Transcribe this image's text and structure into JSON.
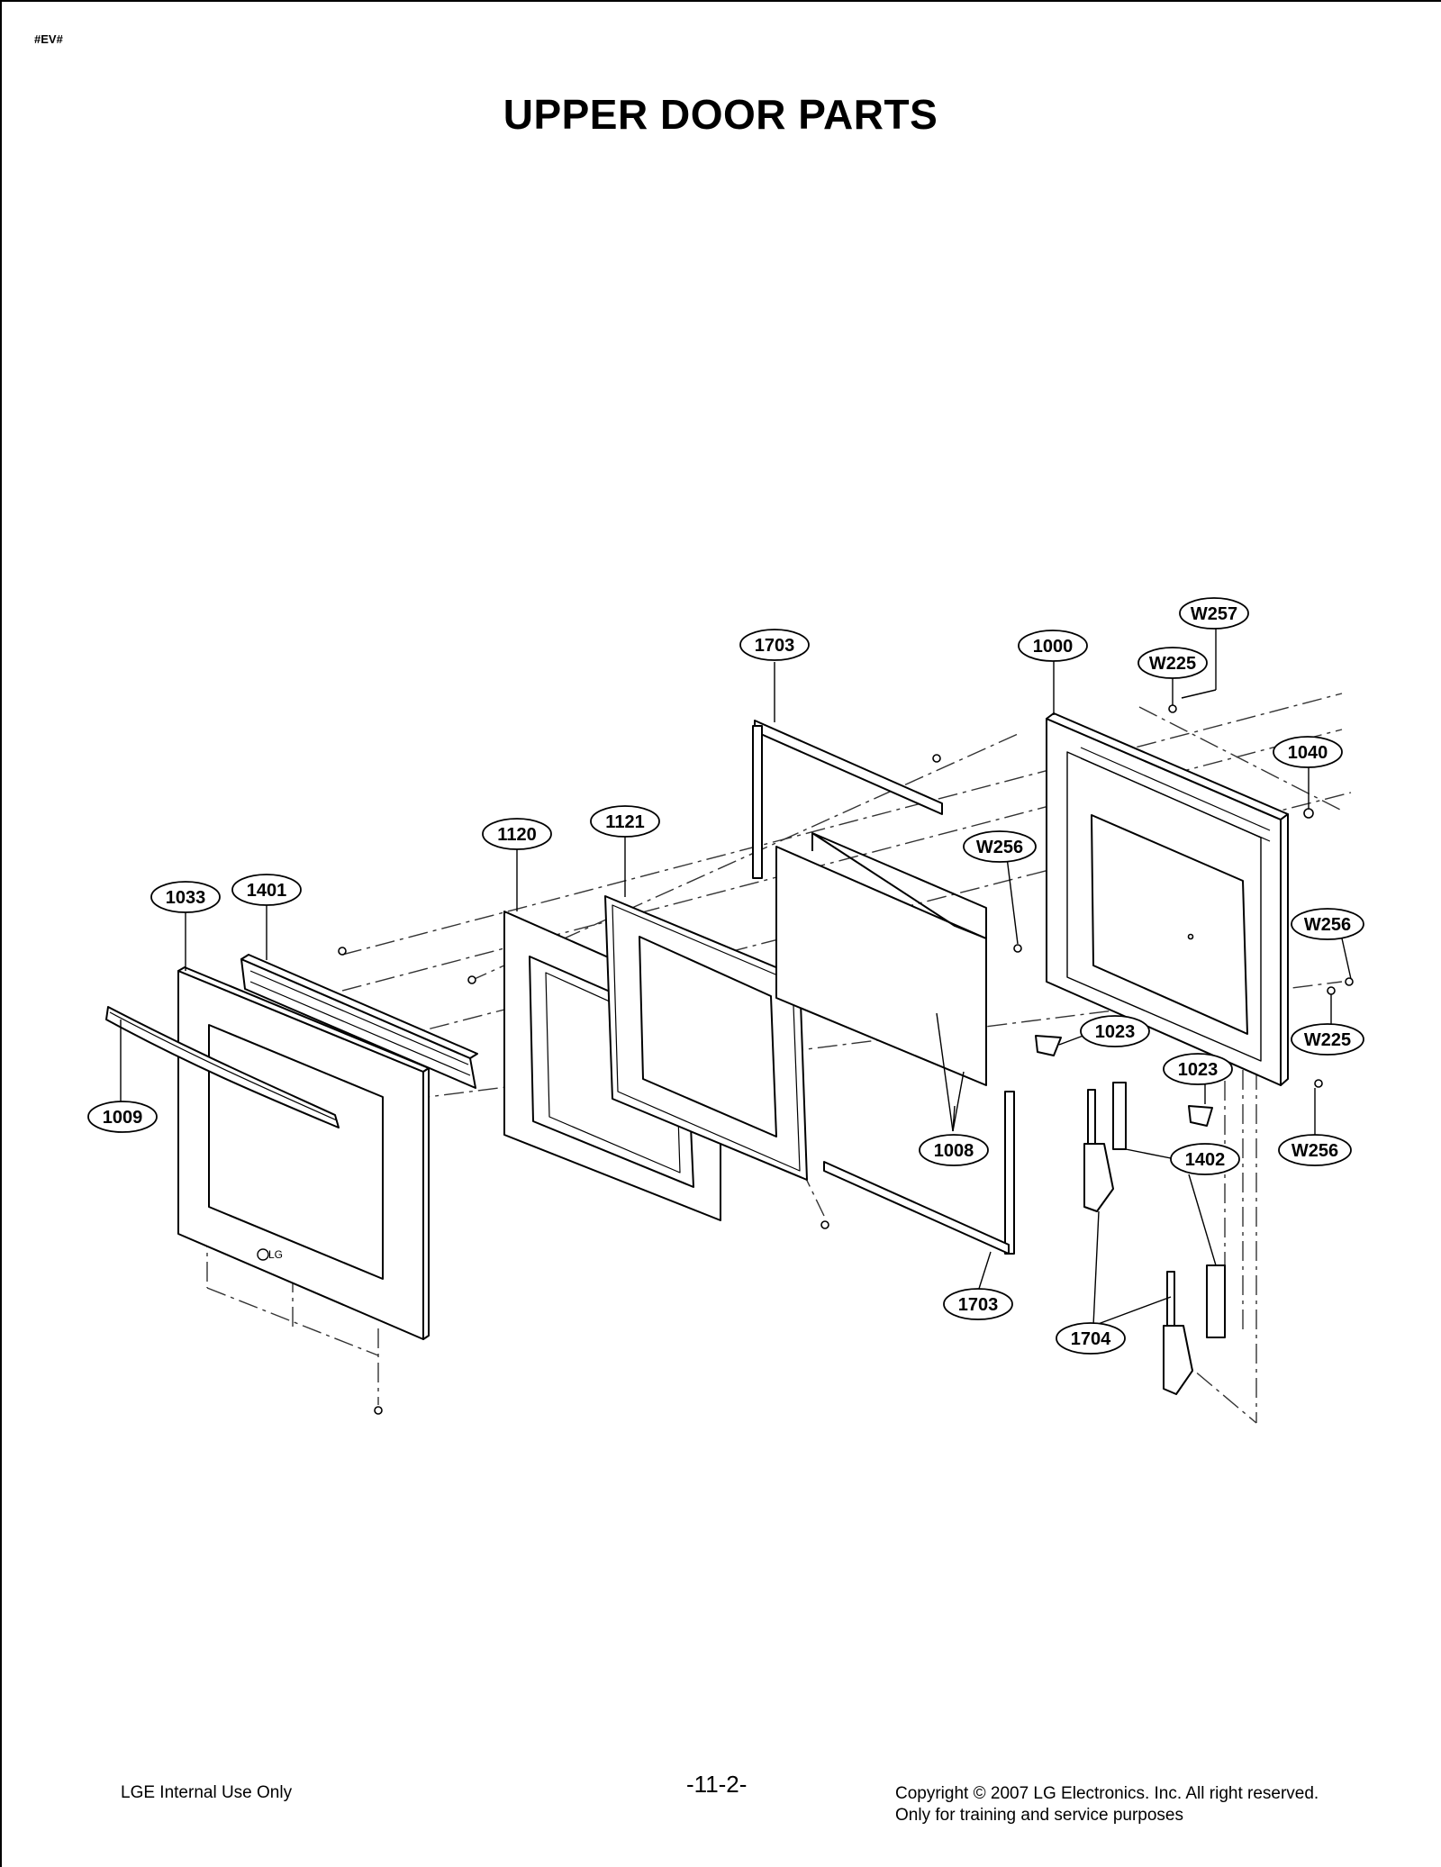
{
  "header": {
    "tag": "#EV#",
    "title": "UPPER DOOR PARTS"
  },
  "callouts": {
    "c1703_top": "1703",
    "c1000": "1000",
    "cW257": "W257",
    "cW225_top": "W225",
    "c1040": "1040",
    "c1121": "1121",
    "c1120": "1120",
    "cW256_mid": "W256",
    "c1033": "1033",
    "c1401": "1401",
    "cW256_right": "W256",
    "c1023_a": "1023",
    "cW225_right": "W225",
    "c1023_b": "1023",
    "c1009": "1009",
    "c1008": "1008",
    "c1402": "1402",
    "cW256_low": "W256",
    "c1703_bottom": "1703",
    "c1704": "1704"
  },
  "logo": "LG",
  "footer": {
    "left": "LGE Internal Use Only",
    "page": "-11-2-",
    "copyright": "Copyright © 2007 LG Electronics. Inc. All right reserved.",
    "purpose": "Only for training and service purposes"
  }
}
